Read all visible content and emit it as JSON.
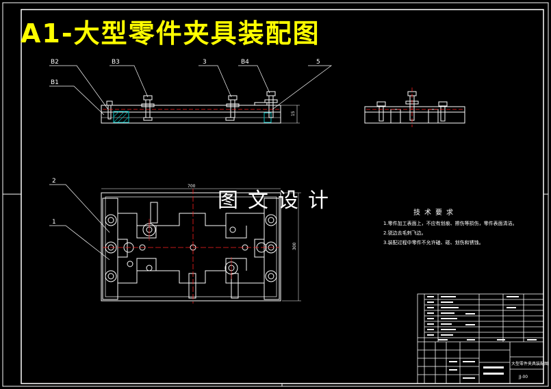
{
  "title": "A1-大型零件夹具装配图",
  "watermark": "图文设计",
  "callouts": {
    "b2": "B2",
    "b3": "B3",
    "n3": "3",
    "b4": "B4",
    "n5": "5",
    "b1": "B1",
    "n2": "2",
    "n1": "1"
  },
  "requirements": {
    "heading": "技术要求",
    "items": [
      "1.零件加工表面上，不应有划痕、擦伤等损伤，零件表面清洁。",
      "2.锐边去毛刺飞边。",
      "3.装配过程中零件不允许磕、碰、划伤和锈蚀。"
    ]
  },
  "titleblock": {
    "drawing_name": "大型零件夹具装配图",
    "drawing_no": "JJ-00"
  },
  "colors": {
    "title": "#ffff00",
    "line": "#ffffff",
    "center": "#ff2020",
    "hatch": "#00c0c0",
    "bolt": "#00ffff"
  }
}
